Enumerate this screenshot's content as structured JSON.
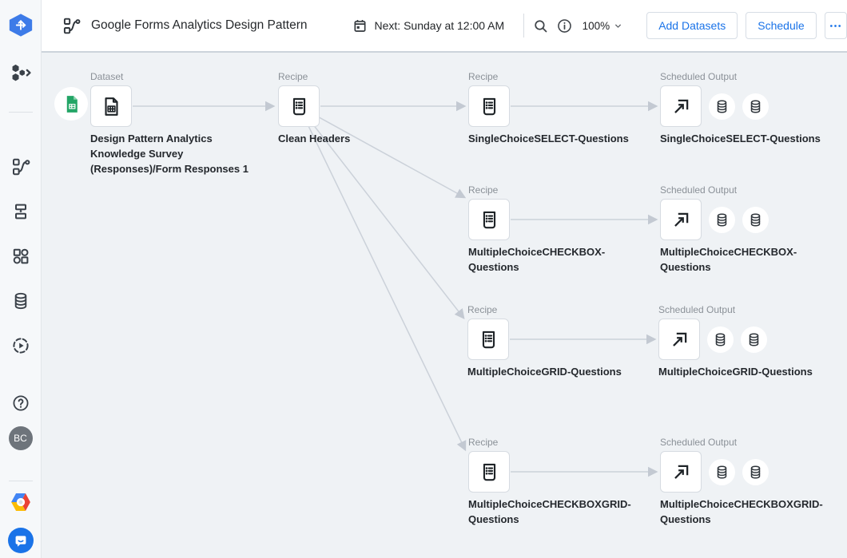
{
  "header": {
    "title": "Google Forms Analytics Design Pattern",
    "schedule_next": "Next: Sunday at 12:00 AM",
    "zoom_level": "100%",
    "buttons": {
      "add_datasets": "Add Datasets",
      "schedule": "Schedule"
    }
  },
  "sidebar": {
    "avatar_initials": "BC"
  },
  "flow": {
    "nodes": [
      {
        "type_label": "Dataset",
        "name": "Design Pattern Analytics Knowledge Survey (Responses)/Form Responses 1"
      },
      {
        "type_label": "Recipe",
        "name": "Clean Headers"
      },
      {
        "type_label": "Recipe",
        "name": "SingleChoiceSELECT-Questions"
      },
      {
        "type_label": "Scheduled Output",
        "name": "SingleChoiceSELECT-Questions"
      },
      {
        "type_label": "Recipe",
        "name": "MultipleChoiceCHECKBOX-Questions"
      },
      {
        "type_label": "Scheduled Output",
        "name": "MultipleChoiceCHECKBOX-Questions"
      },
      {
        "type_label": "Recipe",
        "name": "MultipleChoiceGRID-Questions"
      },
      {
        "type_label": "Scheduled Output",
        "name": "MultipleChoiceGRID-Questions"
      },
      {
        "type_label": "Recipe",
        "name": "MultipleChoiceCHECKBOXGRID-Questions"
      },
      {
        "type_label": "Scheduled Output",
        "name": "MultipleChoiceCHECKBOXGRID-Questions"
      }
    ]
  },
  "colors": {
    "accent_blue": "#1a73e8",
    "sheets_green": "#23a566",
    "canvas_bg": "#eff2f5",
    "connector": "#cbd1d9"
  }
}
